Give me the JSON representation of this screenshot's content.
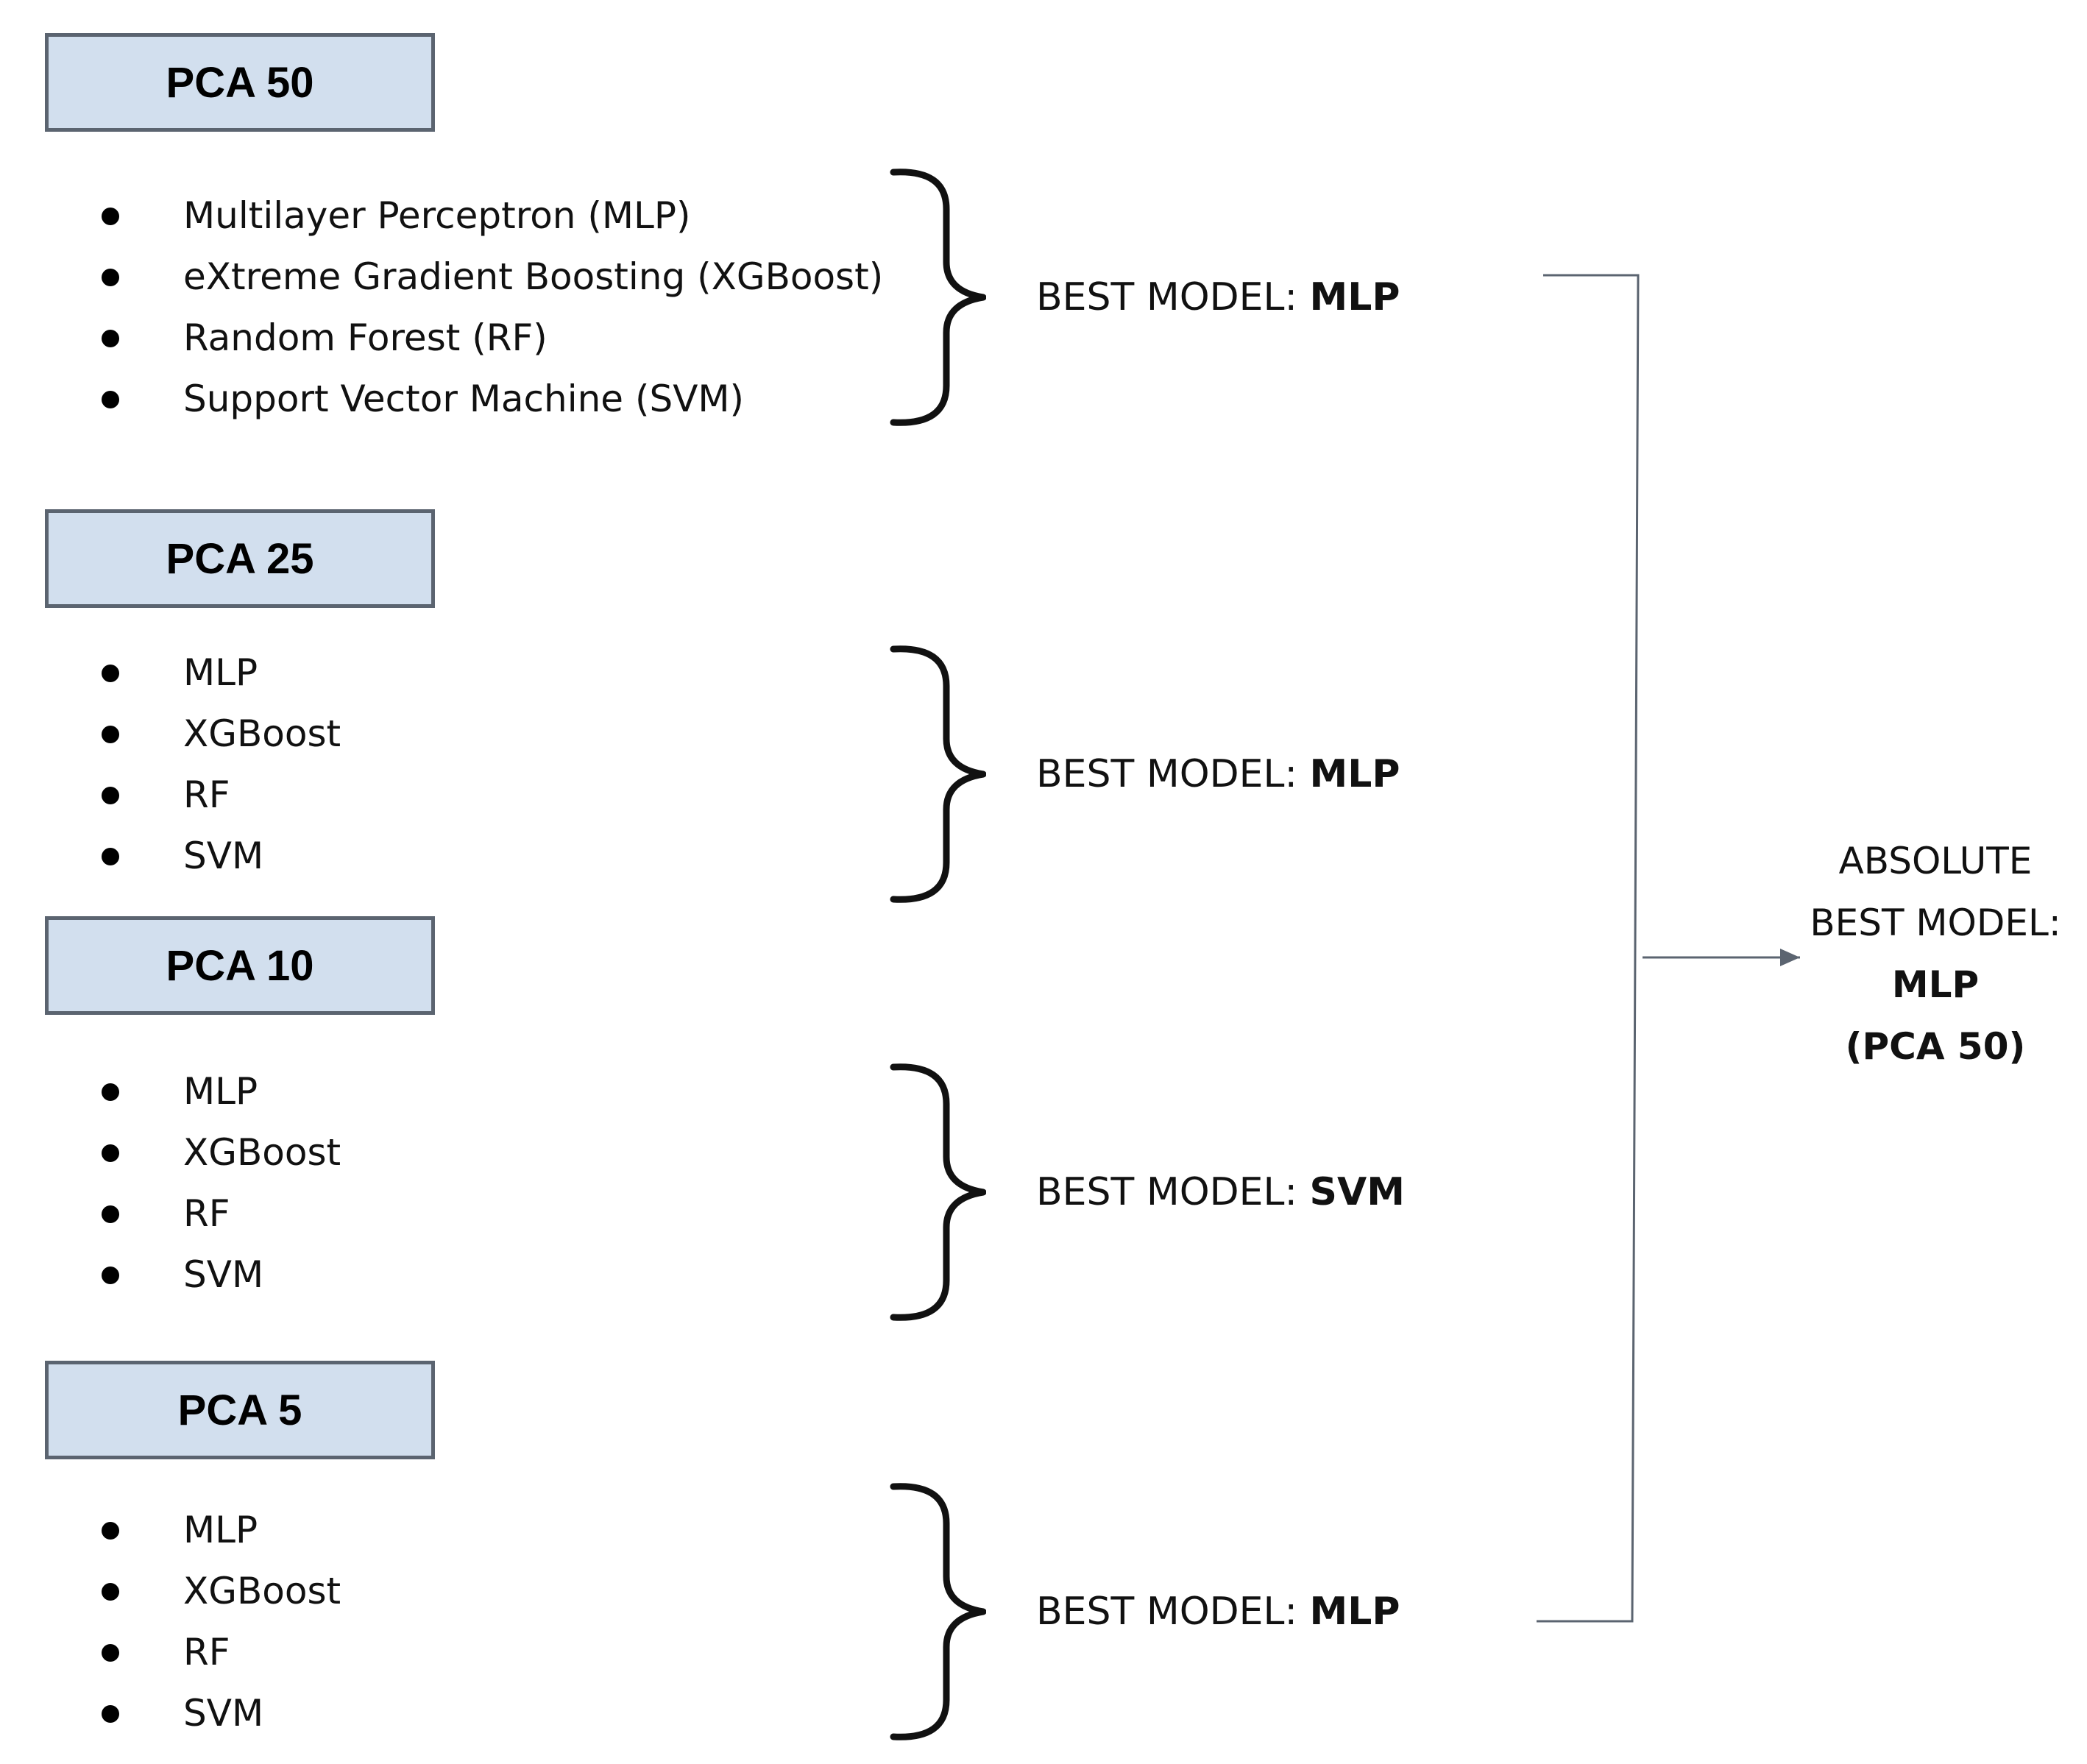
{
  "groups": [
    {
      "title": "PCA 50",
      "models": [
        "Multilayer Perceptron (MLP)",
        "eXtreme Gradient Boosting (XGBoost)",
        "Random Forest (RF)",
        "Support Vector Machine (SVM)"
      ],
      "best_prefix": "BEST MODEL: ",
      "best_value": "MLP"
    },
    {
      "title": "PCA 25",
      "models": [
        "MLP",
        "XGBoost",
        "RF",
        "SVM"
      ],
      "best_prefix": "BEST MODEL: ",
      "best_value": "MLP"
    },
    {
      "title": "PCA 10",
      "models": [
        "MLP",
        "XGBoost",
        "RF",
        "SVM"
      ],
      "best_prefix": "BEST MODEL: ",
      "best_value": "SVM"
    },
    {
      "title": "PCA 5",
      "models": [
        "MLP",
        "XGBoost",
        "RF",
        "SVM"
      ],
      "best_prefix": "BEST MODEL: ",
      "best_value": "MLP"
    }
  ],
  "result": {
    "line1": "ABSOLUTE",
    "line2": "BEST MODEL:",
    "line3": "MLP",
    "line4": "(PCA 50)"
  },
  "colors": {
    "box_fill": "#d2dfee",
    "box_border": "#5b6470",
    "connector": "#5b6470"
  }
}
